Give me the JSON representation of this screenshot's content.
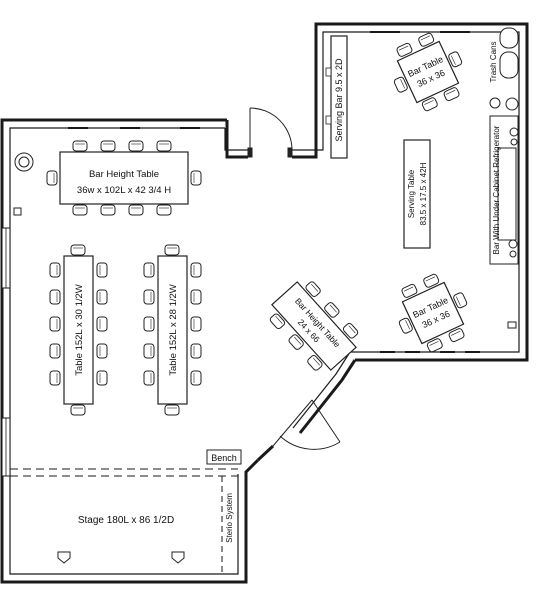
{
  "labels": {
    "bar_height_table_top": "Bar Height Table",
    "bar_height_table_top_dims": "36w x 102L x 42 3/4 H",
    "table_left": "Table 152L x 30 1/2W",
    "table_right": "Table 152L x 28 1/2W",
    "serving_bar": "Serving Bar 9.5 x 2D",
    "serving_table": "Serving Table",
    "serving_table_dims": "83.5 x 17.5 x 42H",
    "bar_table_top": "Bar Table",
    "bar_table_top_dims": "36 x 36",
    "bar_table_bottom": "Bar Table",
    "bar_table_bottom_dims": "36 x 36",
    "bar_height_table_mid": "Bar Height Table",
    "bar_height_table_mid_dims": "24 x 66",
    "trash_cans": "Trash Cans",
    "bar_fridge": "Bar With Under Cabinet Refrigerator",
    "bench": "Bench",
    "stereo": "Sterio System",
    "stage": "Stage 180L x 86 1/2D"
  },
  "colors": {
    "wall": "#1a1a1a",
    "background": "#ffffff"
  }
}
